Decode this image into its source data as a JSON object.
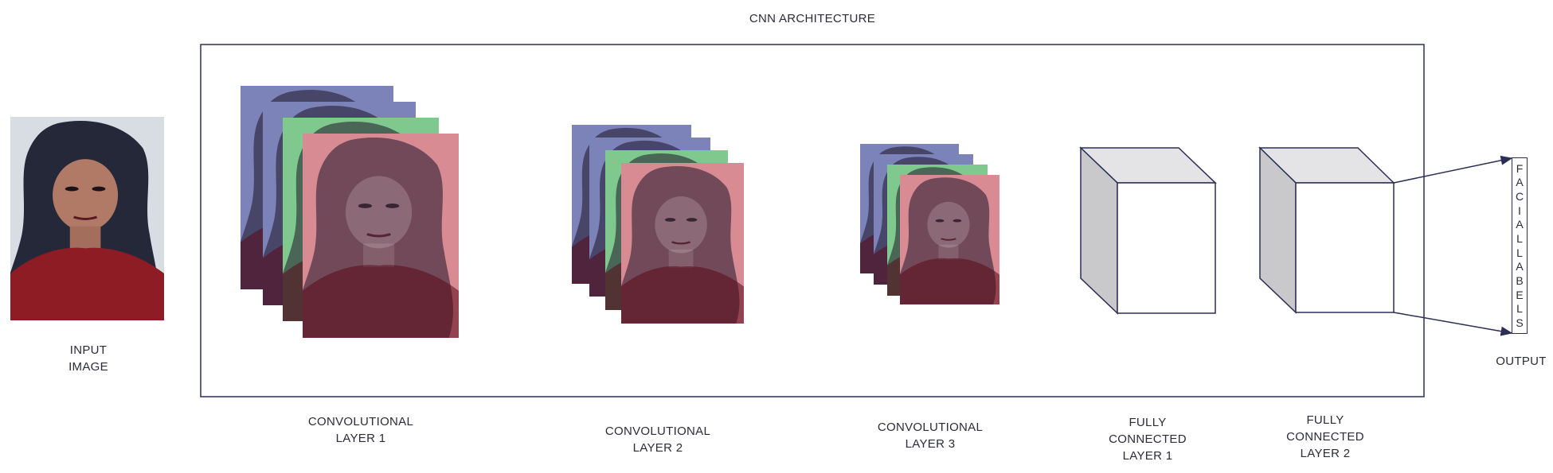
{
  "title": "CNN ARCHITECTURE",
  "input": {
    "line1": "INPUT",
    "line2": "IMAGE"
  },
  "layers": {
    "conv1": {
      "line1": "CONVOLUTIONAL",
      "line2": "LAYER 1"
    },
    "conv2": {
      "line1": "CONVOLUTIONAL",
      "line2": "LAYER 2"
    },
    "conv3": {
      "line1": "CONVOLUTIONAL",
      "line2": "LAYER 3"
    },
    "fc1": {
      "line1": "FULLY",
      "line2": "CONNECTED",
      "line3": "LAYER 1"
    },
    "fc2": {
      "line1": "FULLY",
      "line2": "CONNECTED",
      "line3": "LAYER 2"
    }
  },
  "output": {
    "label": "OUTPUT",
    "facial_labels": [
      "F",
      "A",
      "C",
      "I",
      "A",
      "L",
      "L",
      "A",
      "B",
      "E",
      "L",
      "S"
    ]
  },
  "colors": {
    "blue_map": "#7b83b8",
    "green_map": "#7fc98e",
    "red_map": "#d98b93",
    "outline": "#2b2f55",
    "cube_side": "#c9c9cb"
  }
}
